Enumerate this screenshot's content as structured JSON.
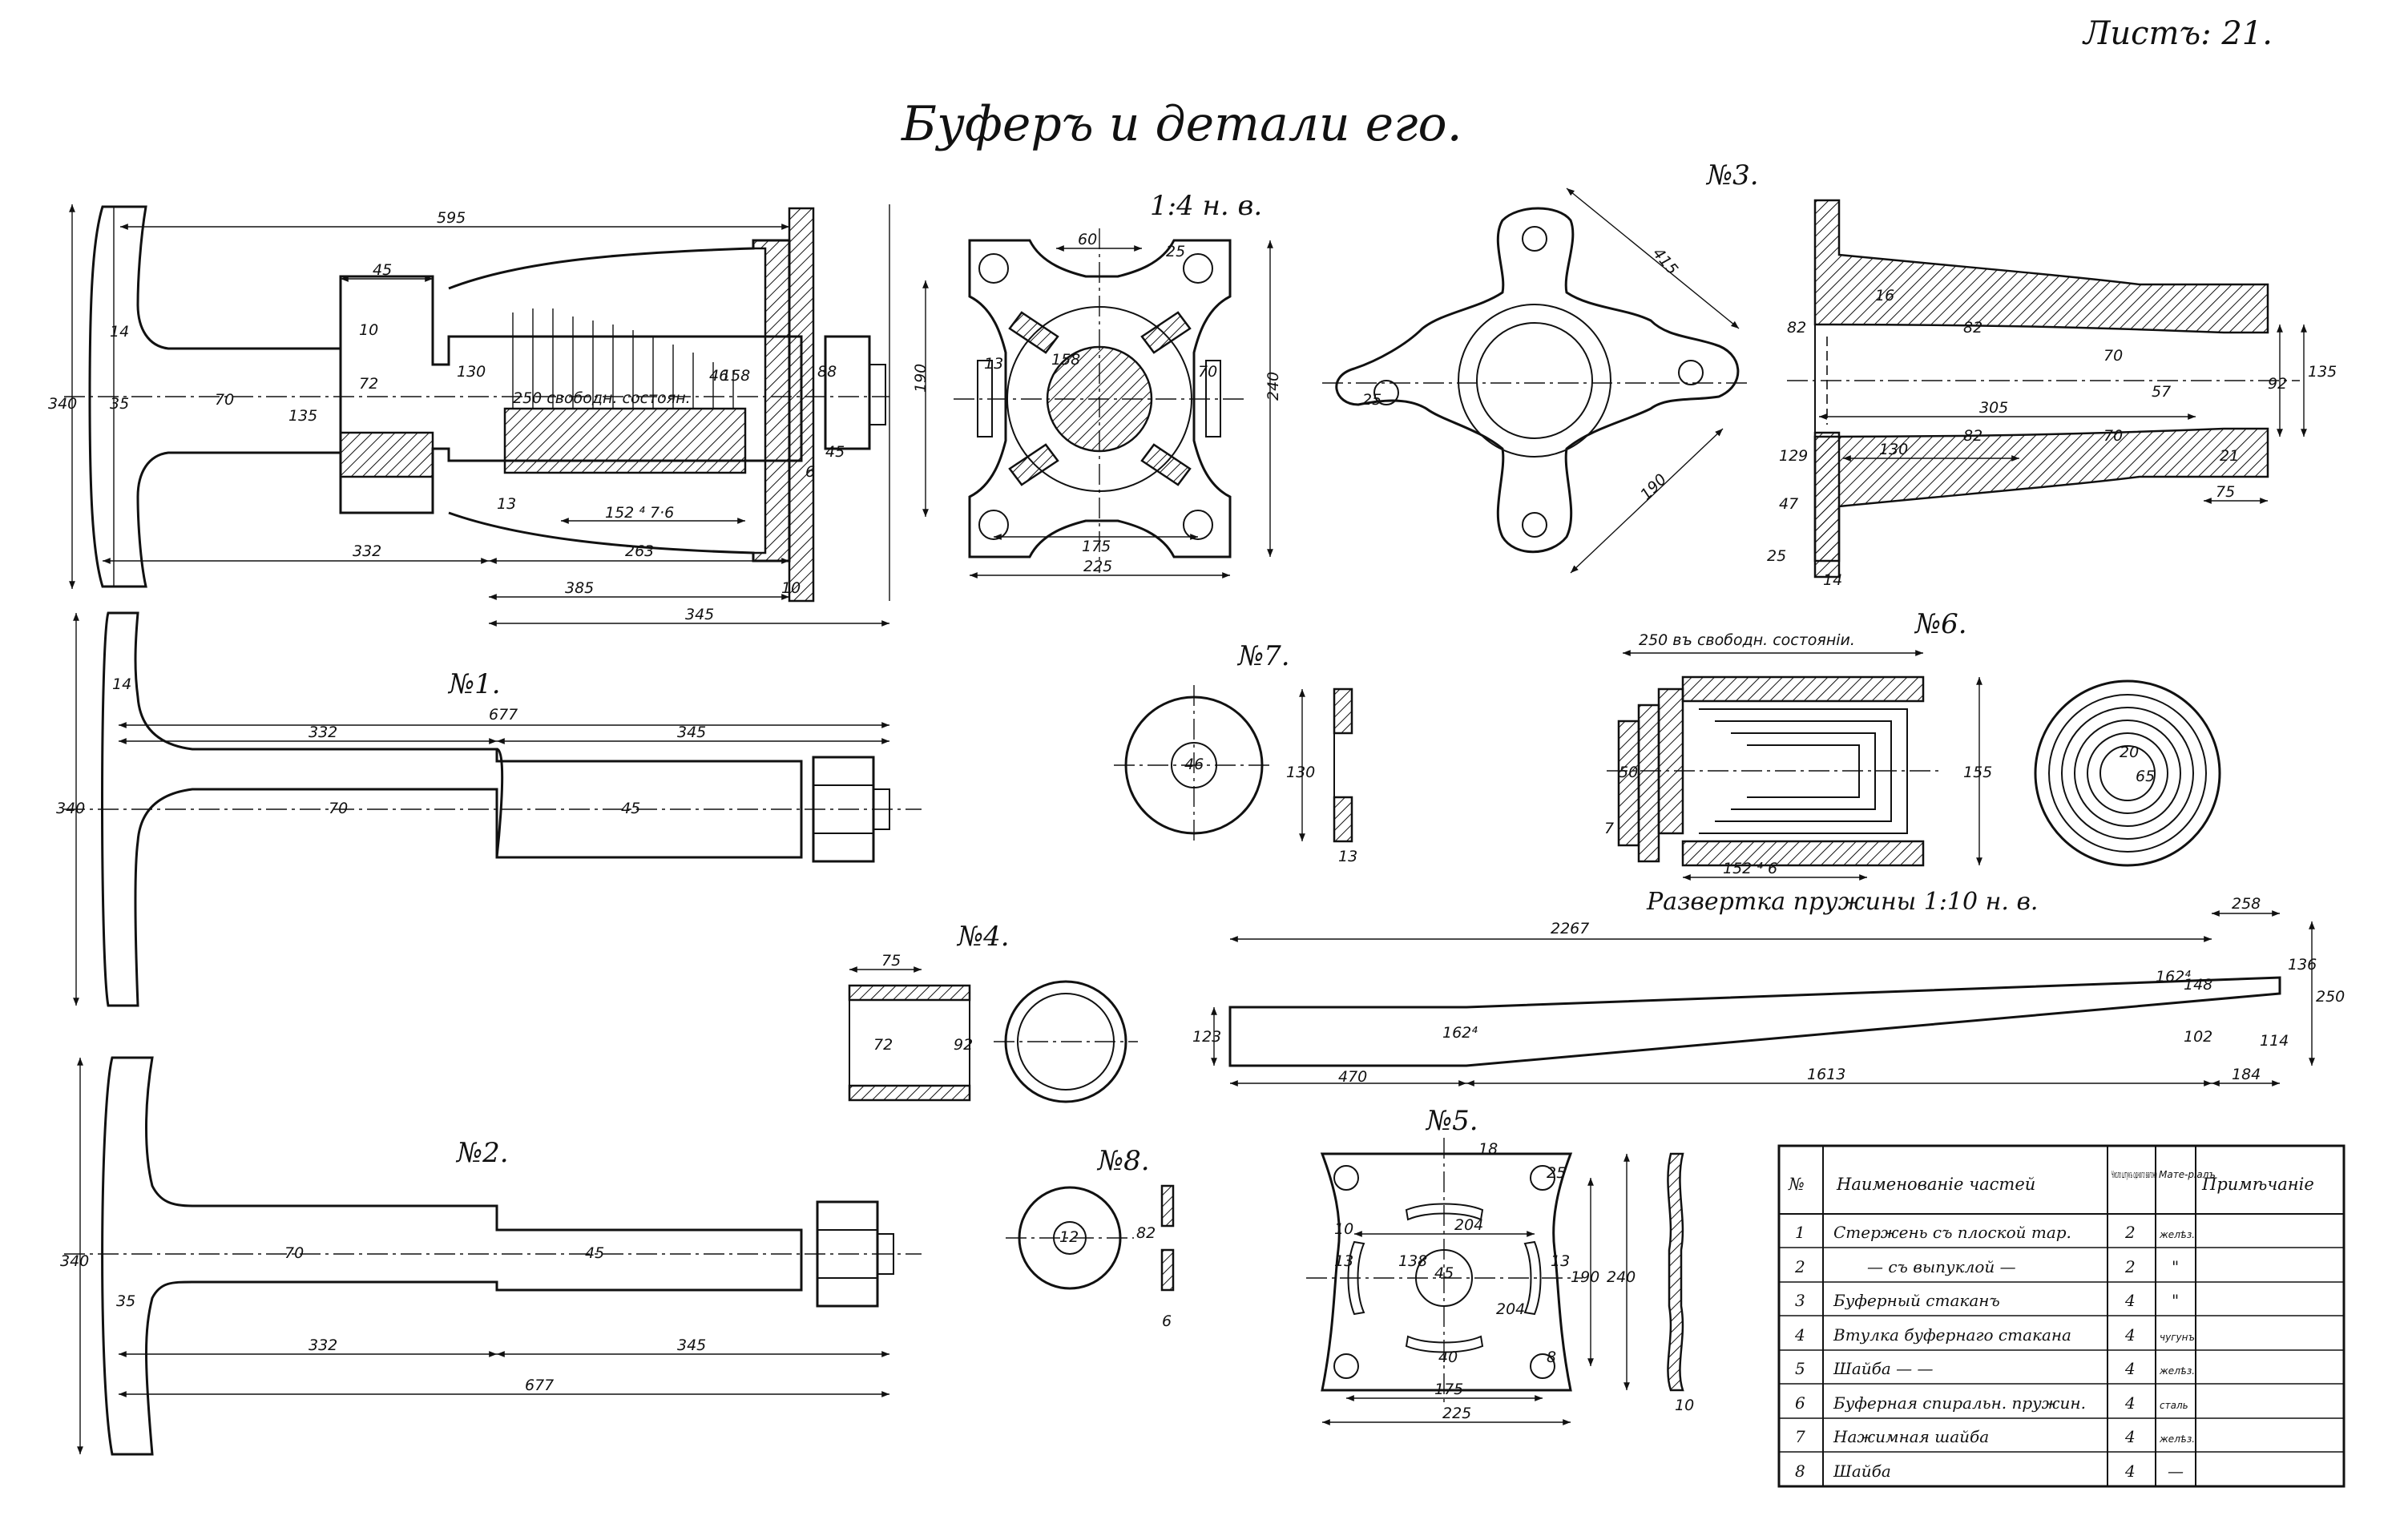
{
  "sheet_label": "Листъ: 21.",
  "title": "Буферъ и детали его.",
  "scale": "1:4 н. в.",
  "views": {
    "n1": "№1.",
    "n2": "№2.",
    "n3": "№3.",
    "n4": "№4.",
    "n5": "№5.",
    "n6": "№6.",
    "n7": "№7.",
    "n8": "№8."
  },
  "spring_note_assembly": "250 свободн. состоян.",
  "spring_note_detail": "250 въ свободн. состояніи.",
  "spring_development": "Развертка пружины 1:10 н. в.",
  "dims": {
    "d595": "595",
    "d340": "340",
    "d14": "14",
    "d35": "35",
    "d70": "70",
    "d135": "135",
    "d45": "45",
    "d10": "10",
    "d72": "72",
    "d130": "130",
    "d158": "158",
    "d88": "88",
    "d46": "46",
    "d13": "13",
    "d15224": "152 ⁴ 7·6",
    "d332": "332",
    "d263": "263",
    "d385": "385",
    "d345": "345",
    "d6": "6",
    "d677": "677",
    "d60": "60",
    "d190": "190",
    "d240": "240",
    "d175": "175",
    "d225": "225",
    "d25": "25",
    "d415": "415",
    "d82": "82",
    "d129": "129",
    "d47": "47",
    "d305": "305",
    "d57": "57",
    "d92": "92",
    "d21": "21",
    "d75": "75",
    "d155": "155",
    "d50": "50",
    "d7": "7",
    "d1526": "152 ⁴ 6",
    "d2267": "2267",
    "d258": "258",
    "d136": "136",
    "d250": "250",
    "d123": "123",
    "d1624": "162⁴",
    "d148": "148",
    "d102": "102",
    "d114": "114",
    "d470": "470",
    "d1613": "1613",
    "d184": "184",
    "d204": "204",
    "d138": "138",
    "d40": "40",
    "d12": "12",
    "d20": "20",
    "d65": "65",
    "d18": "18",
    "d8": "8",
    "d16": "16"
  },
  "table": {
    "headers": {
      "num": "№",
      "name": "Наименованіе частей",
      "qty": "Число штукъ одного вагона",
      "material": "Мате-ріалъ",
      "note": "Примѣчаніе"
    },
    "rows": [
      {
        "num": "1",
        "name": "Стержень съ плоской тар.",
        "qty": "2",
        "material": "желѣз.",
        "note": ""
      },
      {
        "num": "2",
        "name": "—  съ выпуклой —",
        "qty": "2",
        "material": "\"",
        "note": ""
      },
      {
        "num": "3",
        "name": "Буферный стаканъ",
        "qty": "4",
        "material": "\"",
        "note": ""
      },
      {
        "num": "4",
        "name": "Втулка буфернаго стакана",
        "qty": "4",
        "material": "чугунъ",
        "note": ""
      },
      {
        "num": "5",
        "name": "Шайба  —  —",
        "qty": "4",
        "material": "желѣз.",
        "note": ""
      },
      {
        "num": "6",
        "name": "Буферная спиральн. пружин.",
        "qty": "4",
        "material": "сталь",
        "note": ""
      },
      {
        "num": "7",
        "name": "Нажимная шайба",
        "qty": "4",
        "material": "желѣз.",
        "note": ""
      },
      {
        "num": "8",
        "name": "Шайба",
        "qty": "4",
        "material": "—",
        "note": ""
      }
    ]
  }
}
